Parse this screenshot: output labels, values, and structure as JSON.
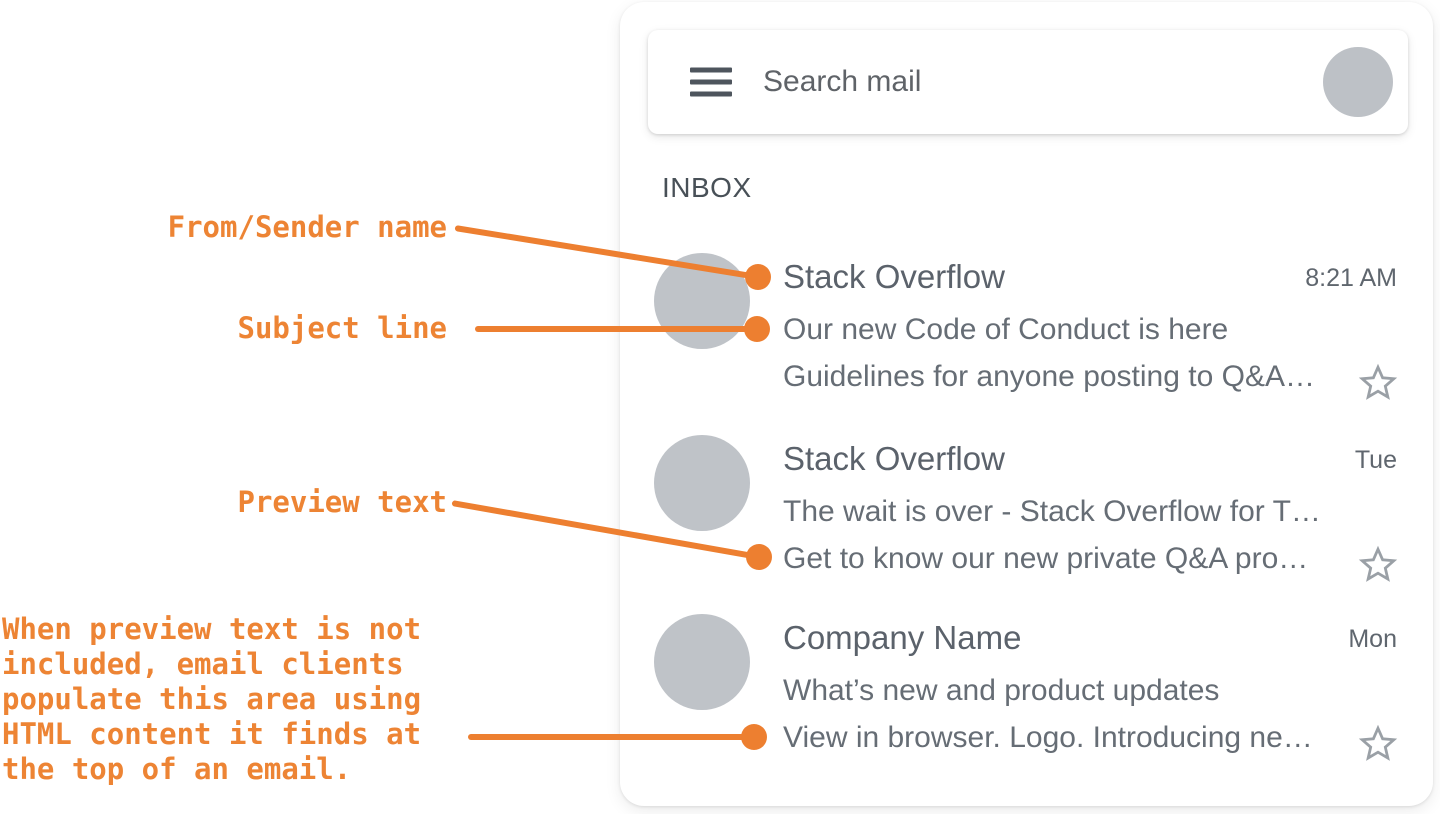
{
  "annotations": {
    "from_label": "From/Sender name",
    "subject_label": "Subject line",
    "preview_label": "Preview text",
    "note": "When preview text is not\nincluded, email clients\npopulate this area using\nHTML content it finds at\nthe top of an email."
  },
  "mail": {
    "search_placeholder": "Search mail",
    "section": "INBOX",
    "emails": [
      {
        "sender": "Stack Overflow",
        "time": "8:21 AM",
        "subject": "Our new Code of Conduct is here",
        "preview": "Guidelines for anyone posting to Q&A…"
      },
      {
        "sender": "Stack Overflow",
        "time": "Tue",
        "subject": "The wait is over - Stack Overflow for T…",
        "preview": "Get to know our new private Q&A pro…"
      },
      {
        "sender": "Company Name",
        "time": "Mon",
        "subject": "What’s new and product updates",
        "preview": "View in browser. Logo. Introducing ne…"
      }
    ]
  },
  "colors": {
    "annotation_orange_text": "#ED8434",
    "annotation_orange_shape": "#ED7F30",
    "avatar_gray": "#BFC3C8",
    "star_gray": "#9AA0A6",
    "text_gray": "#5F6368"
  }
}
